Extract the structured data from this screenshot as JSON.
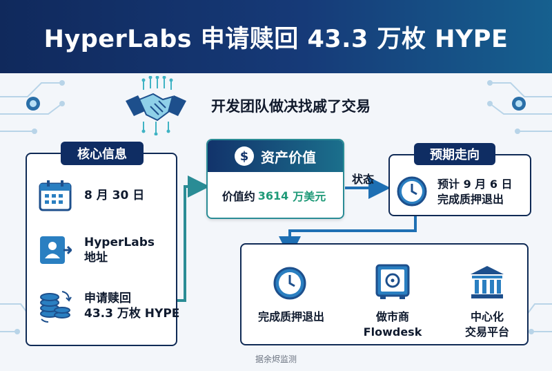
{
  "header": {
    "title": "HyperLabs 申请赎回 43.3 万枚 HYPE"
  },
  "subtitle": "开发团队做决找戚了交易",
  "core_info": {
    "title": "核心信息",
    "items": [
      {
        "icon": "calendar-icon",
        "text": "8 月 30 日"
      },
      {
        "icon": "address-card-icon",
        "text": "HyperLabs\n地址"
      },
      {
        "icon": "coins-icon",
        "text": "申请赎回\n43.3 万枚 HYPE"
      }
    ]
  },
  "asset_value": {
    "title": "资产价值",
    "prefix": "价值约",
    "amount": "3614",
    "suffix": "万美元"
  },
  "status_label": "状态",
  "expected": {
    "title": "预期走向",
    "text": "预计 9 月 6 日\n完成质押退出"
  },
  "flow": {
    "steps": [
      {
        "icon": "clock-icon",
        "label": "完成质押退出"
      },
      {
        "icon": "safe-icon",
        "label": "做市商\nFlowdesk"
      },
      {
        "icon": "bank-icon",
        "label": "中心化\n交易平台"
      }
    ]
  },
  "footer": "据余烬监测",
  "colors": {
    "navy": "#0f2d63",
    "teal": "#2a8c95",
    "green": "#1f9a78"
  }
}
